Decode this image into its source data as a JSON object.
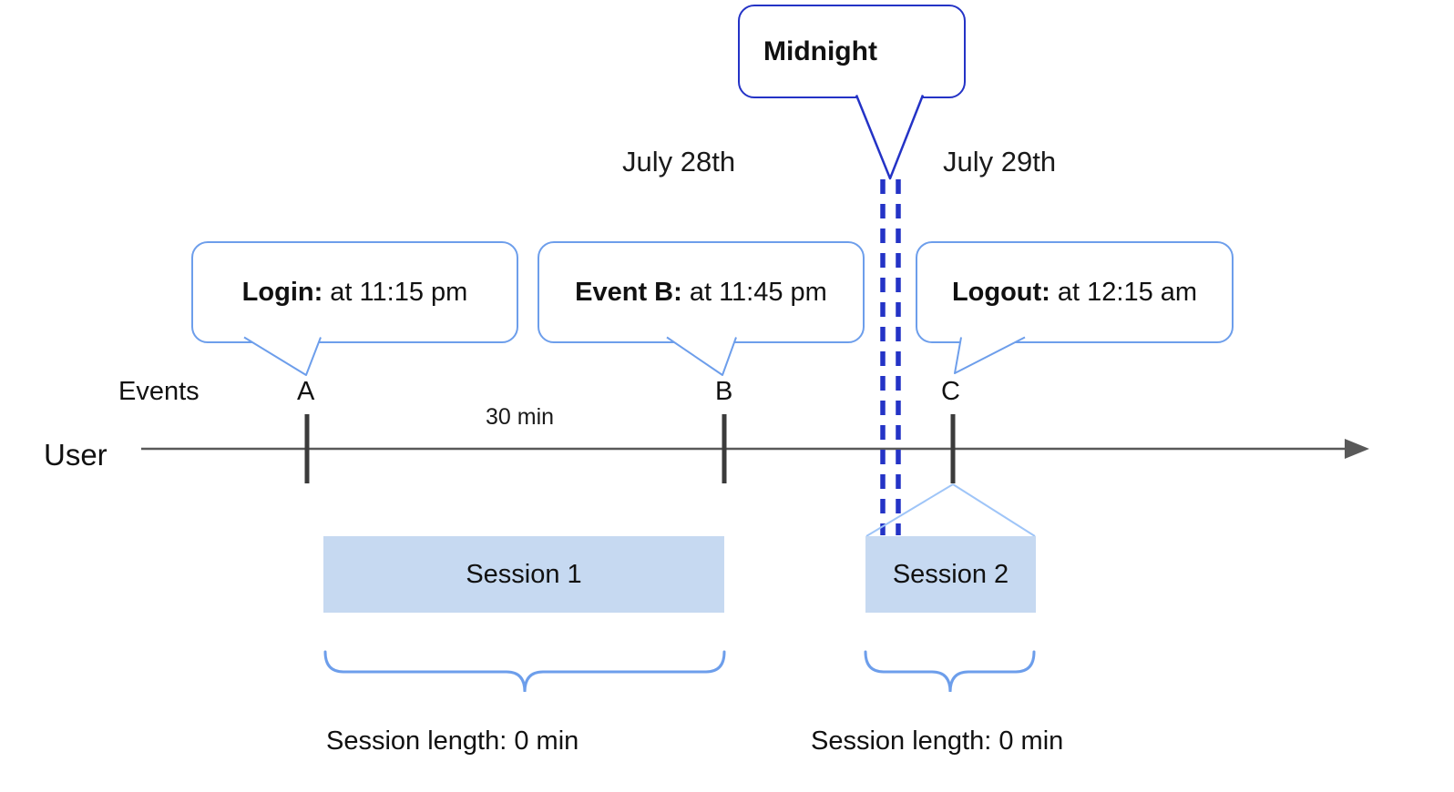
{
  "diagram": {
    "title_bubble": {
      "title": "Midnight"
    },
    "dates": {
      "left": "July 28th",
      "right": "July 29th"
    },
    "bubbles": [
      {
        "title": "Login:",
        "text": " at 11:15 pm"
      },
      {
        "title": "Event B:",
        "text": " at 11:45 pm"
      },
      {
        "title": "Logout:",
        "text": " at 12:15 am"
      }
    ],
    "axis": {
      "events_label": "Events",
      "user_label": "User",
      "interval_label": "30 min",
      "events": [
        "A",
        "B",
        "C"
      ]
    },
    "sessions": [
      {
        "label": "Session 1",
        "length": "Session length: 0 min"
      },
      {
        "label": "Session 2",
        "length": "Session length: 0 min"
      }
    ],
    "colors": {
      "bubble_border": "#6d9eeb",
      "midnight_border": "#2433c6",
      "dashed_line": "#2433c6",
      "session_fill": "#c6d9f1",
      "timeline": "#595959",
      "brace": "#6d9eeb",
      "funnel": "#9fc5f8",
      "text": "#111111"
    }
  }
}
